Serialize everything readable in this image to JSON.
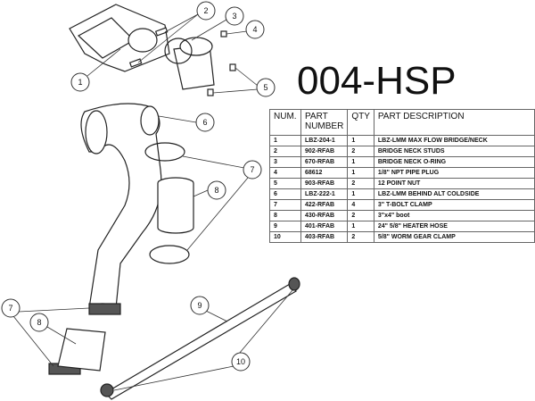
{
  "title": "004-HSP",
  "table": {
    "headers": {
      "num": "NUM.",
      "part": "PART NUMBER",
      "qty": "QTY",
      "desc": "PART DESCRIPTION"
    },
    "rows": [
      {
        "num": "1",
        "part": "LBZ-204-1",
        "qty": "1",
        "desc": "LBZ-LMM MAX FLOW BRIDGE/NECK"
      },
      {
        "num": "2",
        "part": "902-RFAB",
        "qty": "2",
        "desc": "BRIDGE NECK STUDS"
      },
      {
        "num": "3",
        "part": "670-RFAB",
        "qty": "1",
        "desc": "BRIDGE NECK O-RING"
      },
      {
        "num": "4",
        "part": "68612",
        "qty": "1",
        "desc": "1/8\" NPT PIPE PLUG"
      },
      {
        "num": "5",
        "part": "903-RFAB",
        "qty": "2",
        "desc": "12 POINT NUT"
      },
      {
        "num": "6",
        "part": "LBZ-222-1",
        "qty": "1",
        "desc": "LBZ-LMM BEHIND ALT COLDSIDE"
      },
      {
        "num": "7",
        "part": "422-RFAB",
        "qty": "4",
        "desc": "3\" T-BOLT CLAMP"
      },
      {
        "num": "8",
        "part": "430-RFAB",
        "qty": "2",
        "desc": "3\"x4\" boot"
      },
      {
        "num": "9",
        "part": "401-RFAB",
        "qty": "1",
        "desc": "24\" 5/8\" HEATER HOSE"
      },
      {
        "num": "10",
        "part": "403-RFAB",
        "qty": "2",
        "desc": "5/8\" WORM GEAR CLAMP"
      }
    ]
  },
  "callouts": [
    "1",
    "2",
    "3",
    "4",
    "5",
    "6",
    "7",
    "8",
    "7",
    "8",
    "9",
    "10"
  ]
}
